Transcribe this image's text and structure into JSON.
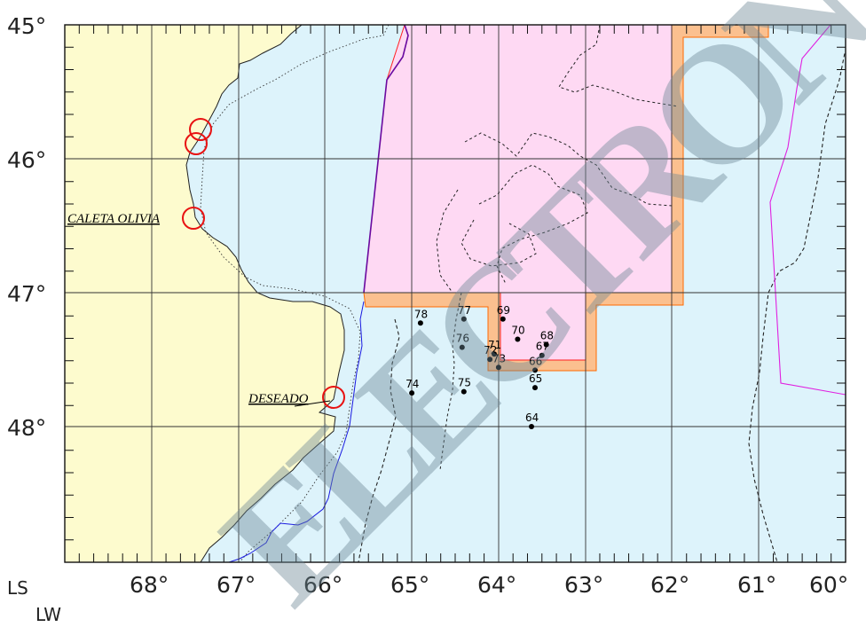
{
  "map": {
    "lat_labels": [
      "45°",
      "46°",
      "47°",
      "48°"
    ],
    "lon_labels": [
      "68°",
      "67°",
      "66°",
      "65°",
      "64°",
      "63°",
      "62°",
      "61°",
      "60°"
    ],
    "corner_lat_label": "LS",
    "corner_lon_label": "LW",
    "places": [
      {
        "name": "CALETA OLIVIA"
      },
      {
        "name": "DESEADO"
      }
    ],
    "stations": [
      {
        "label": "78",
        "lon": -64.9,
        "lat": -47.22
      },
      {
        "label": "77",
        "lon": -64.4,
        "lat": -47.19
      },
      {
        "label": "69",
        "lon": -63.95,
        "lat": -47.19
      },
      {
        "label": "70",
        "lon": -63.78,
        "lat": -47.34
      },
      {
        "label": "68",
        "lon": -63.45,
        "lat": -47.38
      },
      {
        "label": "76",
        "lon": -64.42,
        "lat": -47.4
      },
      {
        "label": "72",
        "lon": -64.1,
        "lat": -47.49
      },
      {
        "label": "71",
        "lon": -64.05,
        "lat": -47.45
      },
      {
        "label": "73",
        "lon": -64.0,
        "lat": -47.55
      },
      {
        "label": "67",
        "lon": -63.5,
        "lat": -47.46
      },
      {
        "label": "66",
        "lon": -63.58,
        "lat": -47.57
      },
      {
        "label": "74",
        "lon": -65.0,
        "lat": -47.74
      },
      {
        "label": "75",
        "lon": -64.4,
        "lat": -47.73
      },
      {
        "label": "65",
        "lon": -63.58,
        "lat": -47.7
      },
      {
        "label": "64",
        "lon": -63.62,
        "lat": -47.99
      }
    ],
    "watermark": "ELECTRONICA C.E.",
    "colors": {
      "land": "#fdfbce",
      "sea": "#ddf3fb",
      "zone_fill": "#fed9f3",
      "zone_border": "#ff6a00",
      "buffer": "#fbc08f",
      "port_circle": "#e81212",
      "coast_blue": "#1a1ae0",
      "boundary_magenta": "#e020e0",
      "zone_purple": "#6a0aa0"
    }
  }
}
